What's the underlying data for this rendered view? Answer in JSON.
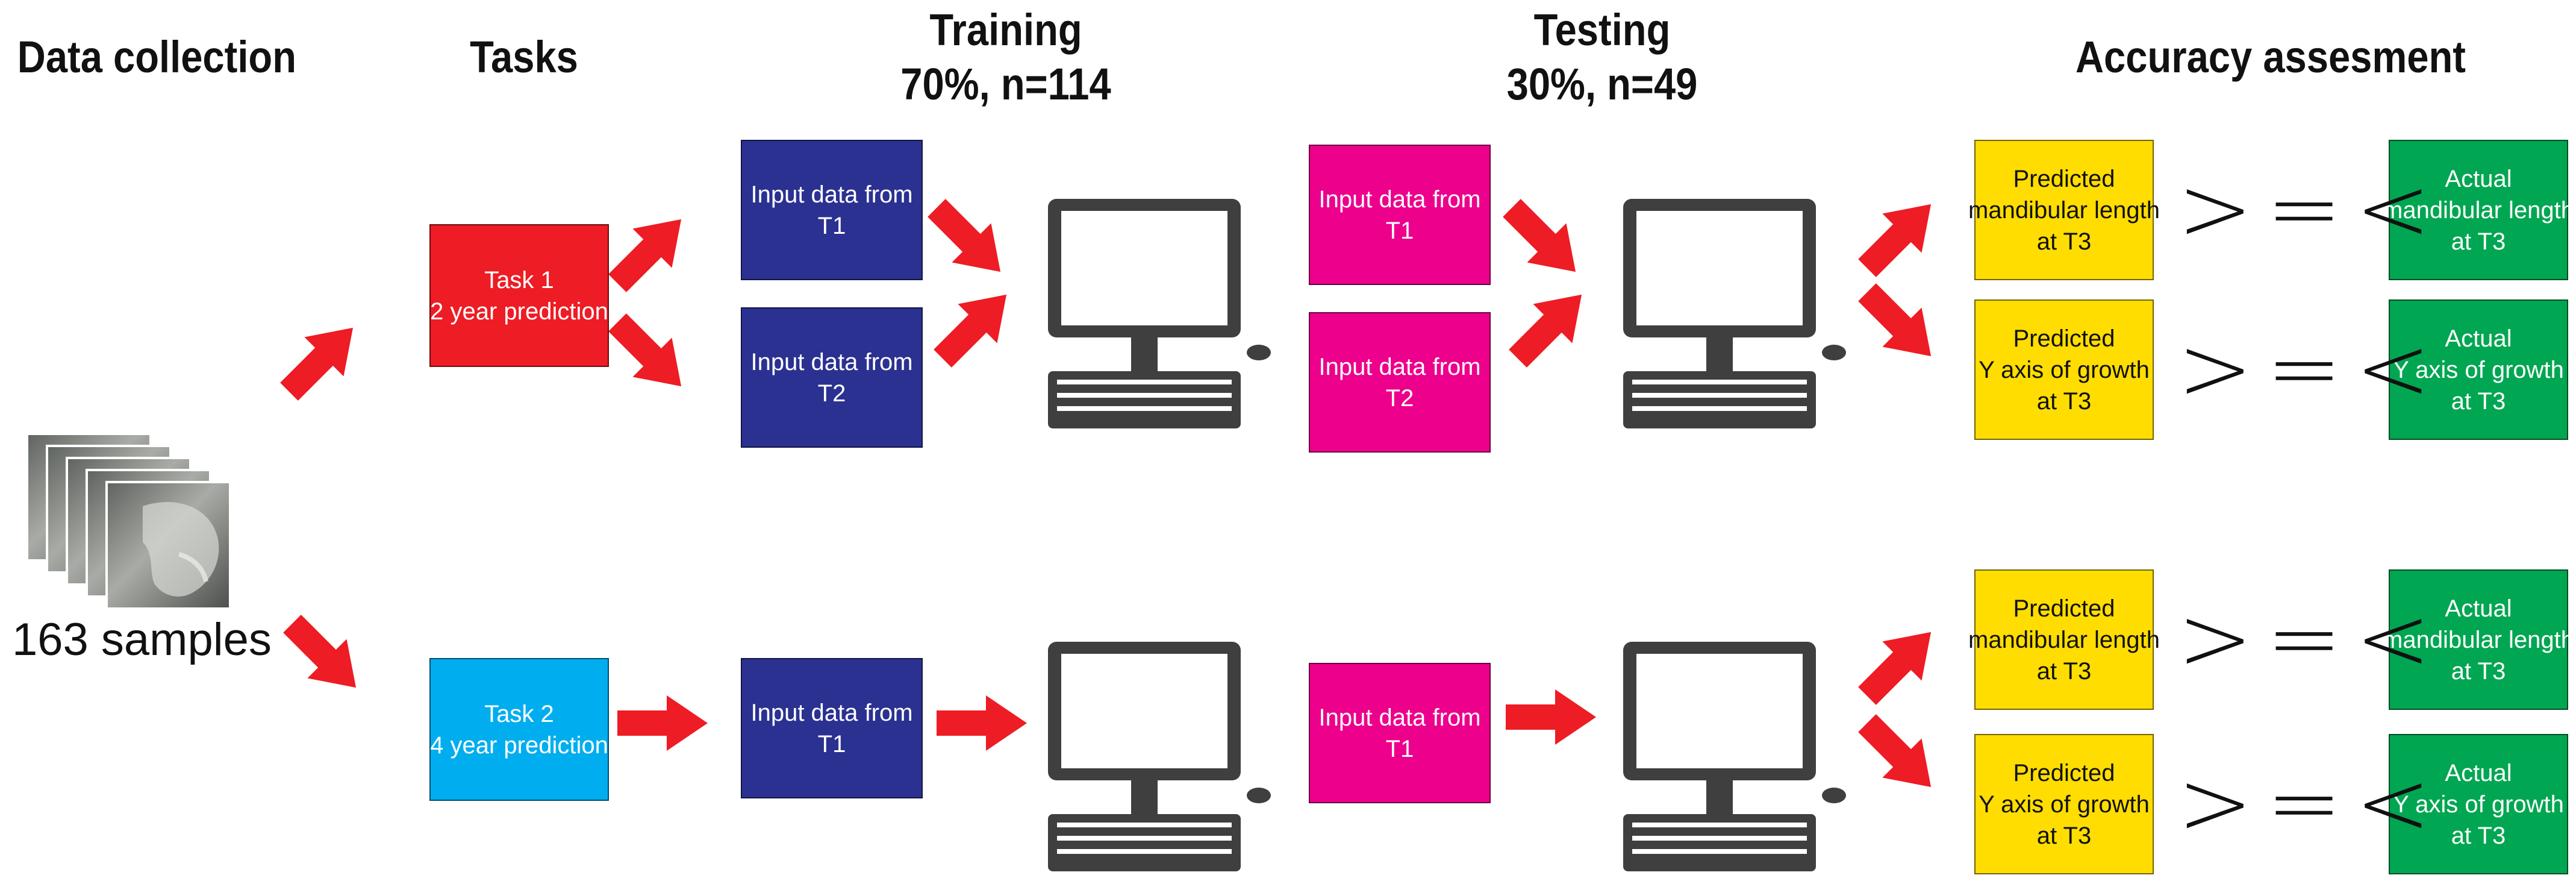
{
  "headers": {
    "data_collection": "Data collection",
    "tasks": "Tasks",
    "training_title": "Training",
    "training_sub": "70%, n=114",
    "testing_title": "Testing",
    "testing_sub": "30%, n=49",
    "accuracy": "Accuracy assesment"
  },
  "samples_label": "163 samples",
  "tasks": [
    {
      "line1": "Task 1",
      "line2": "2 year prediction",
      "color": "#ee1c24"
    },
    {
      "line1": "Task 2",
      "line2": "4 year prediction",
      "color": "#00aeef"
    }
  ],
  "input_t1": {
    "line1": "Input data from",
    "line2": "T1"
  },
  "input_t2": {
    "line1": "Input data from",
    "line2": "T2"
  },
  "predicted_mand": {
    "line1": "Predicted",
    "line2": "mandibular length",
    "line3": "at T3"
  },
  "predicted_y": {
    "line1": "Predicted",
    "line2": "Y axis of growth",
    "line3": "at T3"
  },
  "actual_mand": {
    "line1": "Actual",
    "line2": "mandibular length",
    "line3": "at T3"
  },
  "actual_y": {
    "line1": "Actual",
    "line2": "Y axis of growth",
    "line3": "at T3"
  },
  "comparison": {
    "gt": ">",
    "eq": "=",
    "lt": "<"
  },
  "colors": {
    "arrow": "#ee1c24",
    "training_box": "#2b3191",
    "testing_box": "#ec008c",
    "predicted_box": "#ffdd00",
    "actual_box": "#00a651",
    "computer": "#3f3f3f"
  },
  "icons": [
    "xray-stack-icon",
    "computer-icon",
    "mouse-icon",
    "arrow-icon"
  ]
}
